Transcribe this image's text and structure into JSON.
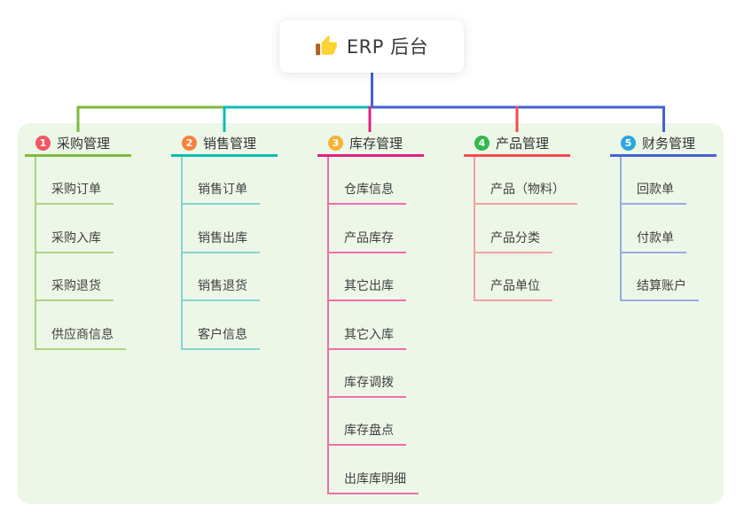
{
  "root": {
    "label": "ERP 后台",
    "icon": "thumbs-up"
  },
  "colors": {
    "panel_background": "#edf7e8",
    "root_connector": "#4661d2"
  },
  "branches": [
    {
      "index": "1",
      "label": "采购管理",
      "color": "#7fb93c",
      "light_color": "#a9d57f",
      "badge_color": "#f25661",
      "children": [
        "采购订单",
        "采购入库",
        "采购退货",
        "供应商信息"
      ]
    },
    {
      "index": "2",
      "label": "销售管理",
      "color": "#0fbdb2",
      "light_color": "#82d7cd",
      "badge_color": "#f6833c",
      "children": [
        "销售订单",
        "销售出库",
        "销售退货",
        "客户信息"
      ]
    },
    {
      "index": "3",
      "label": "库存管理",
      "color": "#e0218a",
      "light_color": "#f06eaa",
      "badge_color": "#f9b234",
      "children": [
        "仓库信息",
        "产品库存",
        "其它出库",
        "其它入库",
        "库存调拨",
        "库存盘点",
        "出库库明细"
      ]
    },
    {
      "index": "4",
      "label": "产品管理",
      "color": "#f74a52",
      "light_color": "#f79fa2",
      "badge_color": "#33b94c",
      "children": [
        "产品（物料）",
        "产品分类",
        "产品单位"
      ]
    },
    {
      "index": "5",
      "label": "财务管理",
      "color": "#4661d2",
      "light_color": "#96ace2",
      "badge_color": "#2ba8de",
      "children": [
        "回款单",
        "付款单",
        "结算账户"
      ]
    }
  ]
}
